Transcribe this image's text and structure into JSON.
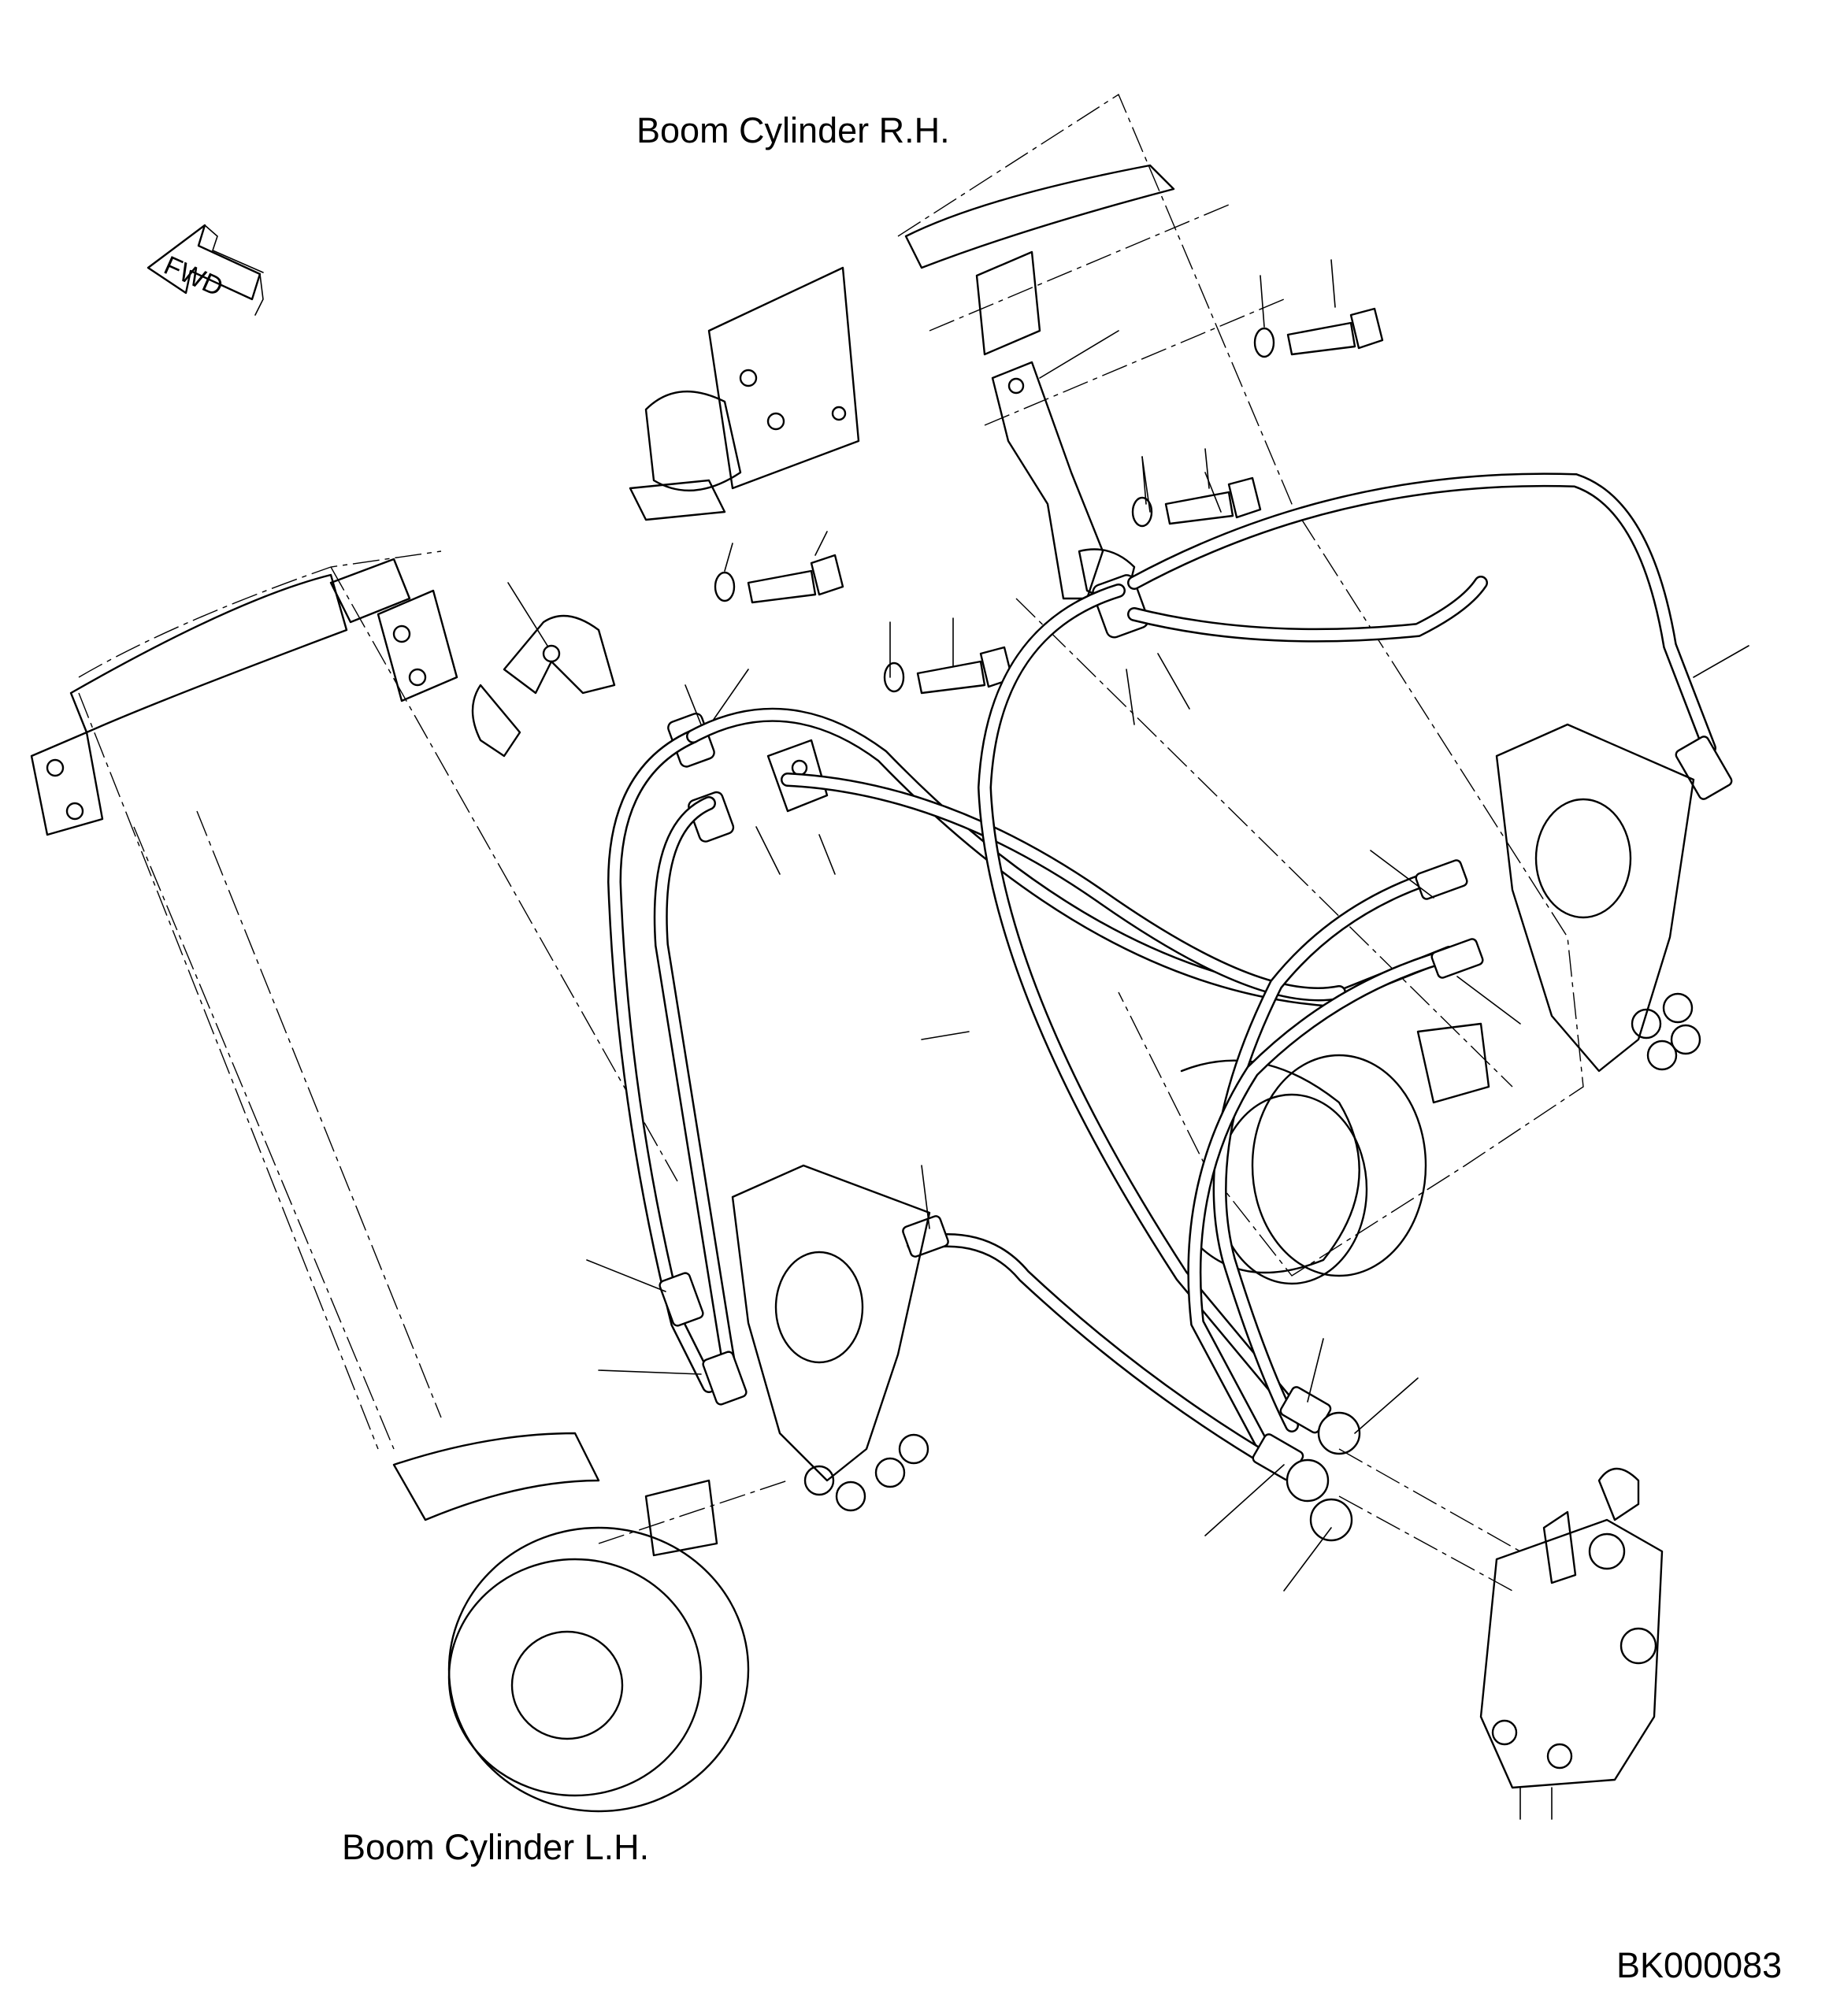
{
  "labels": {
    "boom_cylinder_rh": "Boom Cylinder R.H.",
    "boom_cylinder_lh": "Boom Cylinder L.H.",
    "fwd": "FWD",
    "drawing_id": "BK000083"
  }
}
